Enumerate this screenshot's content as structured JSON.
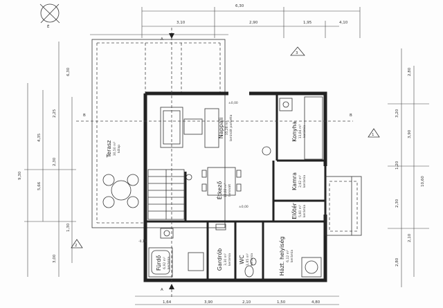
{
  "plan": {
    "rooms": [
      {
        "id": "terasz",
        "name": "Terasz",
        "sub": "30,50 m²",
        "floor": "kőlap"
      },
      {
        "id": "nappali",
        "name": "Nappali",
        "sub": "35,28 m²",
        "floor": "laminált parketta"
      },
      {
        "id": "konyha",
        "name": "Konyha",
        "sub": "13,84 m²",
        "floor": "kerámia"
      },
      {
        "id": "etkezo",
        "name": "Étkező",
        "sub": "13,82 m²",
        "floor": "laminált"
      },
      {
        "id": "kamra",
        "name": "Kamra",
        "sub": "2,62 m²",
        "floor": "kerámia"
      },
      {
        "id": "eloter",
        "name": "Előtér",
        "sub": "5,60 m²",
        "floor": "kerámia"
      },
      {
        "id": "furdo",
        "name": "Fürdő",
        "sub": "6,92 m²",
        "floor": "kerámia"
      },
      {
        "id": "gardrob",
        "name": "Gardrób",
        "sub": "3,30 m²",
        "floor": "kerámia"
      },
      {
        "id": "wc",
        "name": "WC",
        "sub": "1,85 m²",
        "floor": "kerámia"
      },
      {
        "id": "hazt",
        "name": "Házt. helyiség",
        "sub": "6,12 m²",
        "floor": "kerámia"
      }
    ],
    "section_marks": {
      "a_top": "A",
      "a_bottom": "A",
      "b_left": "B",
      "b_right": "B"
    },
    "dims_top": [
      "6,30",
      "3,10",
      "2,90",
      "1,95",
      "4,10"
    ],
    "dims_bottom": [
      "1,64",
      "3,90",
      "2,10",
      "1,50",
      "4,80"
    ],
    "dims_left": [
      "9,30",
      "5,66",
      "4,35",
      "2,25",
      "2,30",
      "6,30",
      "1,30",
      "3,00"
    ],
    "dims_right": [
      "10,60",
      "3,90",
      "2,80",
      "3,20",
      "1,20",
      "2,30",
      "2,10",
      "2,80"
    ],
    "level_marks": [
      "±0,00",
      "-0,15",
      "±0,00"
    ],
    "compass_label": "É",
    "markers": [
      "1",
      "2",
      "3"
    ]
  }
}
